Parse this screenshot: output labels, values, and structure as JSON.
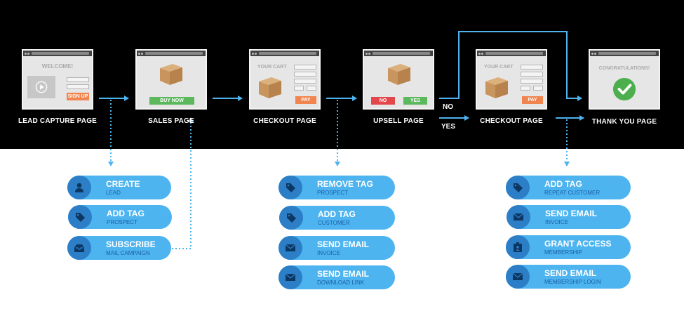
{
  "stages": [
    {
      "label": "LEAD CAPTURE PAGE",
      "title": "WELCOME!",
      "button": "SIGN UP"
    },
    {
      "label": "SALES PAGE",
      "button": "BUY NOW"
    },
    {
      "label": "CHECKOUT PAGE",
      "title": "YOUR CART",
      "button": "PAY"
    },
    {
      "label": "UPSELL PAGE",
      "button_no": "NO",
      "button_yes": "YES"
    },
    {
      "label": "CHECKOUT PAGE",
      "title": "YOUR CART",
      "button": "PAY"
    },
    {
      "label": "THANK YOU PAGE",
      "title": "CONGRATULATIONS!"
    }
  ],
  "branch": {
    "no": "NO",
    "yes": "YES"
  },
  "action_groups": [
    {
      "items": [
        {
          "title": "CREATE",
          "sub": "LEAD",
          "icon": "user-icon"
        },
        {
          "title": "ADD TAG",
          "sub": "PROSPECT",
          "icon": "tag-icon"
        },
        {
          "title": "SUBSCRIBE",
          "sub": "MAIL CAMPAIGN",
          "icon": "inbox-icon"
        }
      ]
    },
    {
      "items": [
        {
          "title": "REMOVE TAG",
          "sub": "PROSPECT",
          "icon": "tag-icon"
        },
        {
          "title": "ADD TAG",
          "sub": "CUSTOMER",
          "icon": "tag-icon"
        },
        {
          "title": "SEND EMAIL",
          "sub": "INVOICE",
          "icon": "envelope-icon"
        },
        {
          "title": "SEND EMAIL",
          "sub": "DOWNLOAD LINK",
          "icon": "envelope-icon"
        }
      ]
    },
    {
      "items": [
        {
          "title": "ADD TAG",
          "sub": "REPEAT CUSTOMER",
          "icon": "tag-icon"
        },
        {
          "title": "SEND EMAIL",
          "sub": "INVOICE",
          "icon": "envelope-icon"
        },
        {
          "title": "GRANT ACCESS",
          "sub": "MEMBERSHIP",
          "icon": "id-badge-icon"
        },
        {
          "title": "SEND EMAIL",
          "sub": "MEMBERSHIP LOGIN",
          "icon": "envelope-icon"
        }
      ]
    }
  ],
  "colors": {
    "arrow": "#4db4f0",
    "pill": "#4db4f0",
    "pill_icon_bg": "#2c7fc6",
    "buy": "#5cb85c",
    "cta": "#f0854f",
    "no": "#e2474b"
  }
}
